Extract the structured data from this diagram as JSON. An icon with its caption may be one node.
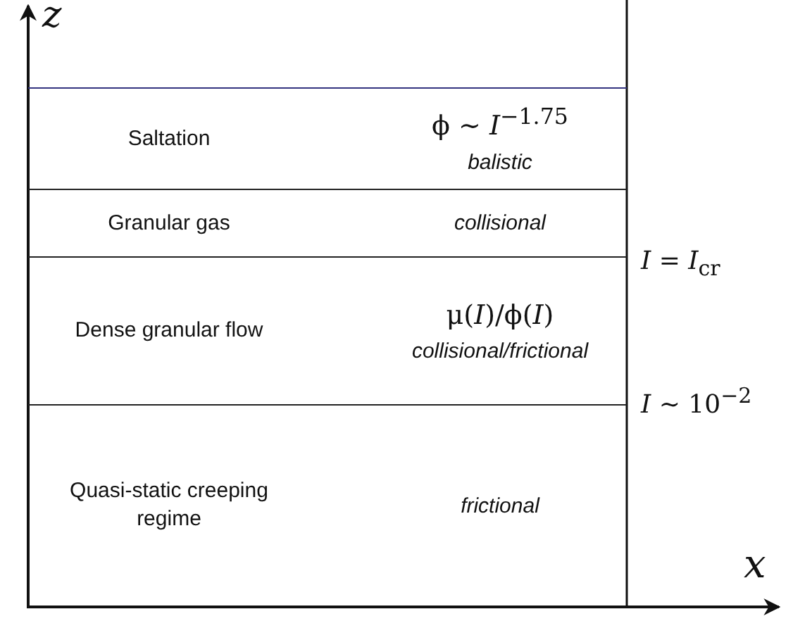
{
  "diagram": {
    "nodes": [
      {
        "text": [
          "Saltation",
          "ϕ ∼ *I*$^{−1.75}$",
          "balistic"
        ]
      },
      {
        "text": [
          "Granular gas",
          "collisional"
        ]
      },
      {
        "text": [
          "Dense granular flow",
          "μ(*I*)/ϕ(*I*)",
          "collisional/frictional"
        ]
      },
      {
        "text": [
          "Quasi-static creeping regime",
          "frictional"
        ]
      }
    ],
    "labels": [
      "z",
      "*I* = *I*$_{cr}$",
      "*I* ∼ 10$^{−2}$",
      "x"
    ]
  }
}
